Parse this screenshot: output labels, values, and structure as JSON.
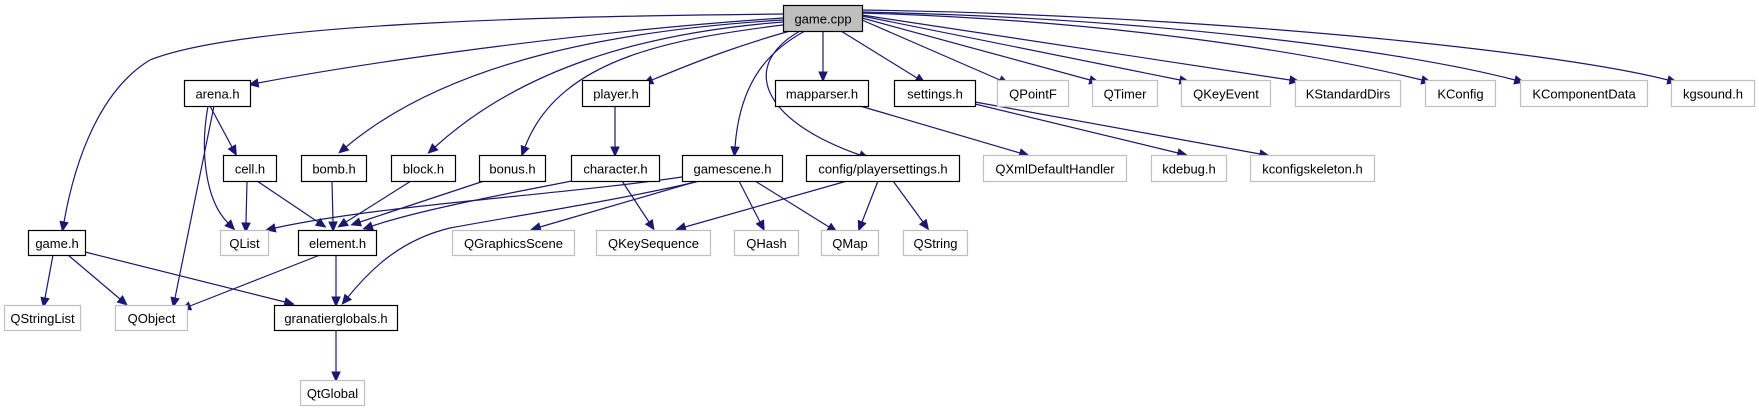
{
  "diagram": {
    "title": "game.cpp include dependency graph",
    "colors": {
      "edge": "#191970",
      "root_fill": "#bfbfbf",
      "local_border": "#000000",
      "external_border": "#bfbfbf"
    },
    "nodes": [
      {
        "id": "game_cpp",
        "label": "game.cpp",
        "kind": "root"
      },
      {
        "id": "arena_h",
        "label": "arena.h",
        "kind": "local"
      },
      {
        "id": "player_h",
        "label": "player.h",
        "kind": "local"
      },
      {
        "id": "mapparser_h",
        "label": "mapparser.h",
        "kind": "local"
      },
      {
        "id": "settings_h",
        "label": "settings.h",
        "kind": "local"
      },
      {
        "id": "QPointF",
        "label": "QPointF",
        "kind": "external"
      },
      {
        "id": "QTimer",
        "label": "QTimer",
        "kind": "external"
      },
      {
        "id": "QKeyEvent",
        "label": "QKeyEvent",
        "kind": "external"
      },
      {
        "id": "KStandardDirs",
        "label": "KStandardDirs",
        "kind": "external"
      },
      {
        "id": "KConfig",
        "label": "KConfig",
        "kind": "external"
      },
      {
        "id": "KComponentData",
        "label": "KComponentData",
        "kind": "external"
      },
      {
        "id": "kgsound_h",
        "label": "kgsound.h",
        "kind": "external"
      },
      {
        "id": "cell_h",
        "label": "cell.h",
        "kind": "local"
      },
      {
        "id": "bomb_h",
        "label": "bomb.h",
        "kind": "local"
      },
      {
        "id": "block_h",
        "label": "block.h",
        "kind": "local"
      },
      {
        "id": "bonus_h",
        "label": "bonus.h",
        "kind": "local"
      },
      {
        "id": "character_h",
        "label": "character.h",
        "kind": "local"
      },
      {
        "id": "gamescene_h",
        "label": "gamescene.h",
        "kind": "local"
      },
      {
        "id": "playersettings_h",
        "label": "config/playersettings.h",
        "kind": "local"
      },
      {
        "id": "QXmlDefaultHandler",
        "label": "QXmlDefaultHandler",
        "kind": "external"
      },
      {
        "id": "kdebug_h",
        "label": "kdebug.h",
        "kind": "external"
      },
      {
        "id": "kconfigskeleton_h",
        "label": "kconfigskeleton.h",
        "kind": "external"
      },
      {
        "id": "game_h",
        "label": "game.h",
        "kind": "local"
      },
      {
        "id": "QList",
        "label": "QList",
        "kind": "external"
      },
      {
        "id": "element_h",
        "label": "element.h",
        "kind": "local"
      },
      {
        "id": "QGraphicsScene",
        "label": "QGraphicsScene",
        "kind": "external"
      },
      {
        "id": "QKeySequence",
        "label": "QKeySequence",
        "kind": "external"
      },
      {
        "id": "QHash",
        "label": "QHash",
        "kind": "external"
      },
      {
        "id": "QMap",
        "label": "QMap",
        "kind": "external"
      },
      {
        "id": "QString",
        "label": "QString",
        "kind": "external"
      },
      {
        "id": "QStringList",
        "label": "QStringList",
        "kind": "external"
      },
      {
        "id": "QObject",
        "label": "QObject",
        "kind": "external"
      },
      {
        "id": "granatierglobals_h",
        "label": "granatierglobals.h",
        "kind": "local"
      },
      {
        "id": "QtGlobal",
        "label": "QtGlobal",
        "kind": "external"
      }
    ],
    "edges": [
      {
        "from": "game_cpp",
        "to": "game_h"
      },
      {
        "from": "game_cpp",
        "to": "arena_h"
      },
      {
        "from": "game_cpp",
        "to": "bomb_h"
      },
      {
        "from": "game_cpp",
        "to": "block_h"
      },
      {
        "from": "game_cpp",
        "to": "bonus_h"
      },
      {
        "from": "game_cpp",
        "to": "player_h"
      },
      {
        "from": "game_cpp",
        "to": "gamescene_h"
      },
      {
        "from": "game_cpp",
        "to": "playersettings_h"
      },
      {
        "from": "game_cpp",
        "to": "mapparser_h"
      },
      {
        "from": "game_cpp",
        "to": "settings_h"
      },
      {
        "from": "game_cpp",
        "to": "QPointF"
      },
      {
        "from": "game_cpp",
        "to": "QTimer"
      },
      {
        "from": "game_cpp",
        "to": "QKeyEvent"
      },
      {
        "from": "game_cpp",
        "to": "KStandardDirs"
      },
      {
        "from": "game_cpp",
        "to": "KConfig"
      },
      {
        "from": "game_cpp",
        "to": "KComponentData"
      },
      {
        "from": "game_cpp",
        "to": "kgsound_h"
      },
      {
        "from": "game_h",
        "to": "QStringList"
      },
      {
        "from": "game_h",
        "to": "QObject"
      },
      {
        "from": "game_h",
        "to": "granatierglobals_h"
      },
      {
        "from": "arena_h",
        "to": "cell_h"
      },
      {
        "from": "arena_h",
        "to": "QList"
      },
      {
        "from": "arena_h",
        "to": "QObject"
      },
      {
        "from": "cell_h",
        "to": "QList"
      },
      {
        "from": "cell_h",
        "to": "element_h"
      },
      {
        "from": "bomb_h",
        "to": "element_h"
      },
      {
        "from": "block_h",
        "to": "element_h"
      },
      {
        "from": "bonus_h",
        "to": "element_h"
      },
      {
        "from": "player_h",
        "to": "character_h"
      },
      {
        "from": "character_h",
        "to": "element_h"
      },
      {
        "from": "character_h",
        "to": "QKeySequence"
      },
      {
        "from": "element_h",
        "to": "QObject"
      },
      {
        "from": "element_h",
        "to": "granatierglobals_h"
      },
      {
        "from": "gamescene_h",
        "to": "QList"
      },
      {
        "from": "gamescene_h",
        "to": "granatierglobals_h"
      },
      {
        "from": "gamescene_h",
        "to": "QGraphicsScene"
      },
      {
        "from": "gamescene_h",
        "to": "QHash"
      },
      {
        "from": "gamescene_h",
        "to": "QMap"
      },
      {
        "from": "playersettings_h",
        "to": "QKeySequence"
      },
      {
        "from": "playersettings_h",
        "to": "QMap"
      },
      {
        "from": "playersettings_h",
        "to": "QString"
      },
      {
        "from": "mapparser_h",
        "to": "QXmlDefaultHandler"
      },
      {
        "from": "settings_h",
        "to": "kdebug_h"
      },
      {
        "from": "settings_h",
        "to": "kconfigskeleton_h"
      },
      {
        "from": "granatierglobals_h",
        "to": "QtGlobal"
      }
    ]
  }
}
